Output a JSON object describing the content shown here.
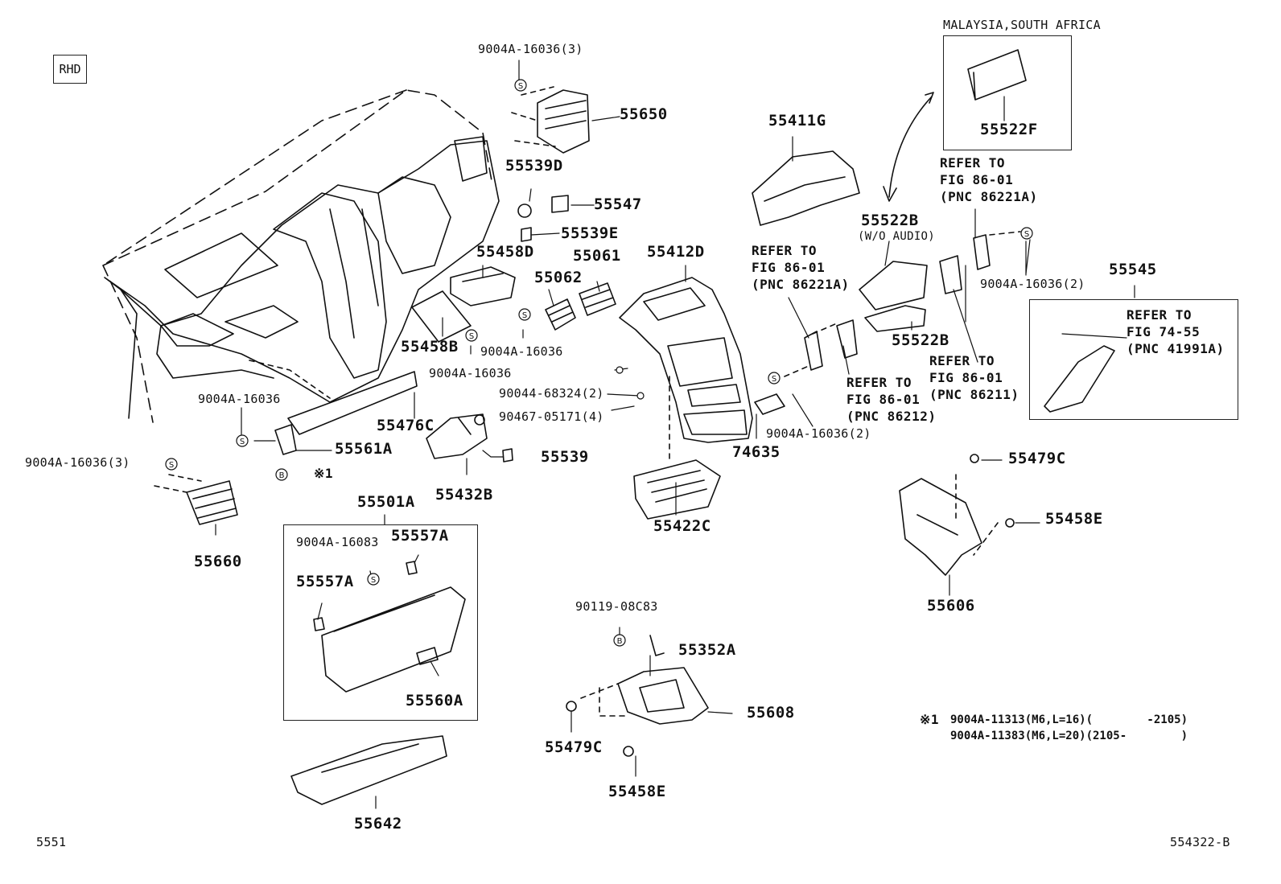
{
  "header": {
    "rhd": "RHD",
    "region_box_title": "MALAYSIA,SOUTH AFRICA"
  },
  "parts": {
    "p55650": "55650",
    "p55539d": "55539D",
    "p55547": "55547",
    "p55539e": "55539E",
    "p55458d": "55458D",
    "p55458b": "55458B",
    "p55062": "55062",
    "p55061": "55061",
    "p55412d": "55412D",
    "p55411g": "55411G",
    "p55522f": "55522F",
    "p55522b_top": "55522B",
    "p55522b_sub": "(W/O AUDIO)",
    "p55522b_bot": "55522B",
    "p55545": "55545",
    "p55476c": "55476C",
    "p55561a": "55561A",
    "p55539": "55539",
    "p55432b": "55432B",
    "p74635": "74635",
    "p55422c": "55422C",
    "p55660": "55660",
    "p55501a": "55501A",
    "p55557a_1": "55557A",
    "p55557a_2": "55557A",
    "p55560a": "55560A",
    "p55642": "55642",
    "p55352a": "55352A",
    "p55608": "55608",
    "p55479c_1": "55479C",
    "p55458e_1": "55458E",
    "p55479c_2": "55479C",
    "p55458e_2": "55458E",
    "p55606": "55606"
  },
  "fasteners": {
    "f_top": "9004A-16036(3)",
    "f_mid1": "9004A-16036",
    "f_mid2": "9004A-16036",
    "f_left": "9004A-16036",
    "f_left3": "9004A-16036(3)",
    "f_68324": "90044-68324(2)",
    "f_05171": "90467-05171(4)",
    "f_right2a": "9004A-16036(2)",
    "f_right2b": "9004A-16036(2)",
    "f_16083": "9004A-16083",
    "f_08c83": "90119-08C83",
    "x1_mark": "※1"
  },
  "refs": {
    "r1_l1": "REFER TO",
    "r1_l2": "FIG 86-01",
    "r1_l3": "(PNC 86221A)",
    "r2_l1": "REFER TO",
    "r2_l2": "FIG 86-01",
    "r2_l3": "(PNC 86221A)",
    "r3_l1": "REFER TO",
    "r3_l2": "FIG 86-01",
    "r3_l3": "(PNC 86212)",
    "r4_l1": "REFER TO",
    "r4_l2": "FIG 86-01",
    "r4_l3": "(PNC 86211)",
    "r5_l1": "REFER TO",
    "r5_l2": "FIG 74-55",
    "r5_l3": "(PNC 41991A)"
  },
  "footnote": {
    "mark": "※1",
    "line1": "9004A-11313(M6,L=16)(        -2105)",
    "line2": "9004A-11383(M6,L=20)(2105-        )"
  },
  "footer": {
    "left": "5551",
    "right": "554322-B"
  }
}
